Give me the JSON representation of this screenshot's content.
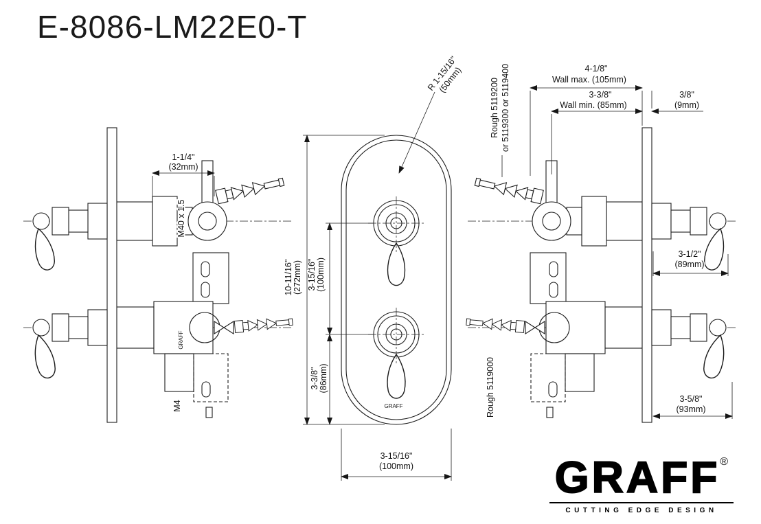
{
  "title": "E-8086-LM22E0-T",
  "colors": {
    "ink": "#1c1c1c",
    "background": "#ffffff"
  },
  "logo": {
    "brand": "GRAFF",
    "reg": "®",
    "tagline": "CUTTING EDGE DESIGN"
  },
  "left": {
    "width": "1-1/4\"",
    "width_mm": "(32mm)",
    "thread": "M40 x 1.5",
    "screw": "M4",
    "brand": "GRAFF"
  },
  "front": {
    "radius": "R  1-15/16\"",
    "radius_mm": "(50mm)",
    "height": "10-11/16\"",
    "height_mm": "(272mm)",
    "spacing": "3-15/16\"",
    "spacing_mm": "(100mm)",
    "lower": "3-3/8\"",
    "lower_mm": "(86mm)",
    "width": "3-15/16\"",
    "width_mm": "(100mm)",
    "brand": "GRAFF"
  },
  "right": {
    "wall_max": "4-1/8\"",
    "wall_max_label": "Wall max.  (105mm)",
    "wall_min": "3-3/8\"",
    "wall_min_label": "Wall min.  (85mm)",
    "thickness": "3/8\"",
    "thickness_mm": "(9mm)",
    "rough_a1": "Rough 5119200",
    "rough_a2": "or 5119300 or 5119400",
    "rough_b": "Rough 5119000",
    "depth_upper": "3-1/2\"",
    "depth_upper_mm": "(89mm)",
    "depth_lower": "3-5/8\"",
    "depth_lower_mm": "(93mm)"
  }
}
